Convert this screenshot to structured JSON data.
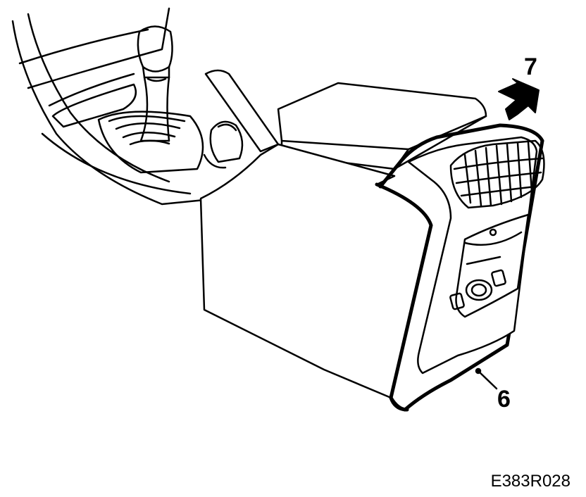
{
  "figure": {
    "callouts": [
      {
        "id": "callout-7",
        "label": "7"
      },
      {
        "id": "callout-6",
        "label": "6"
      }
    ],
    "code": "E383R028",
    "line_color": "#000000",
    "fill_color": "#ffffff"
  }
}
